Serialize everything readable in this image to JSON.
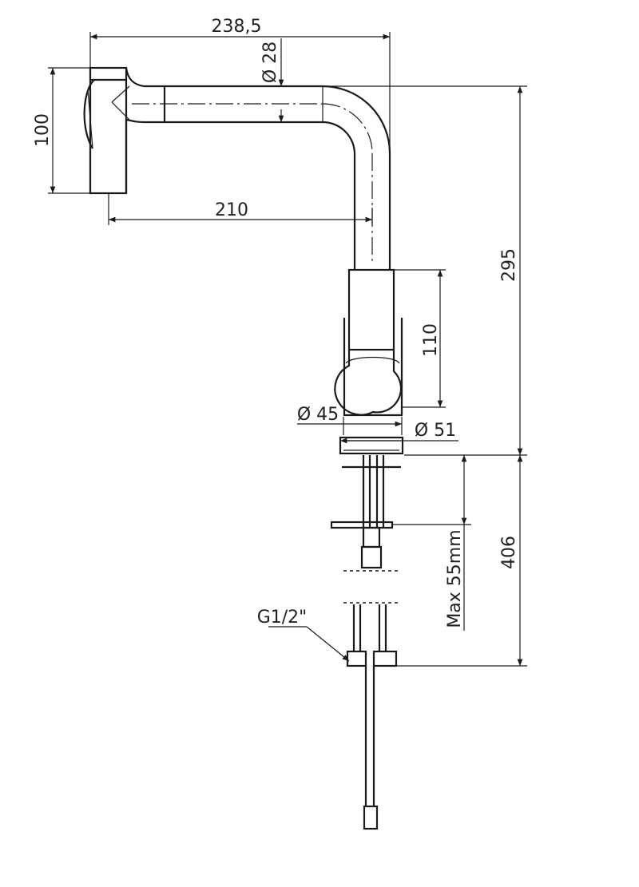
{
  "dimensions": {
    "overall_width": "238,5",
    "spout_diameter": "Ø 28",
    "head_height": "100",
    "spout_reach": "210",
    "overall_height": "295",
    "handle_height": "110",
    "base_diameter_inner": "Ø 45",
    "base_diameter_outer": "Ø 51",
    "below_counter_length": "406",
    "max_counter_thickness": "Max 55mm",
    "thread_size": "G1/2\""
  }
}
